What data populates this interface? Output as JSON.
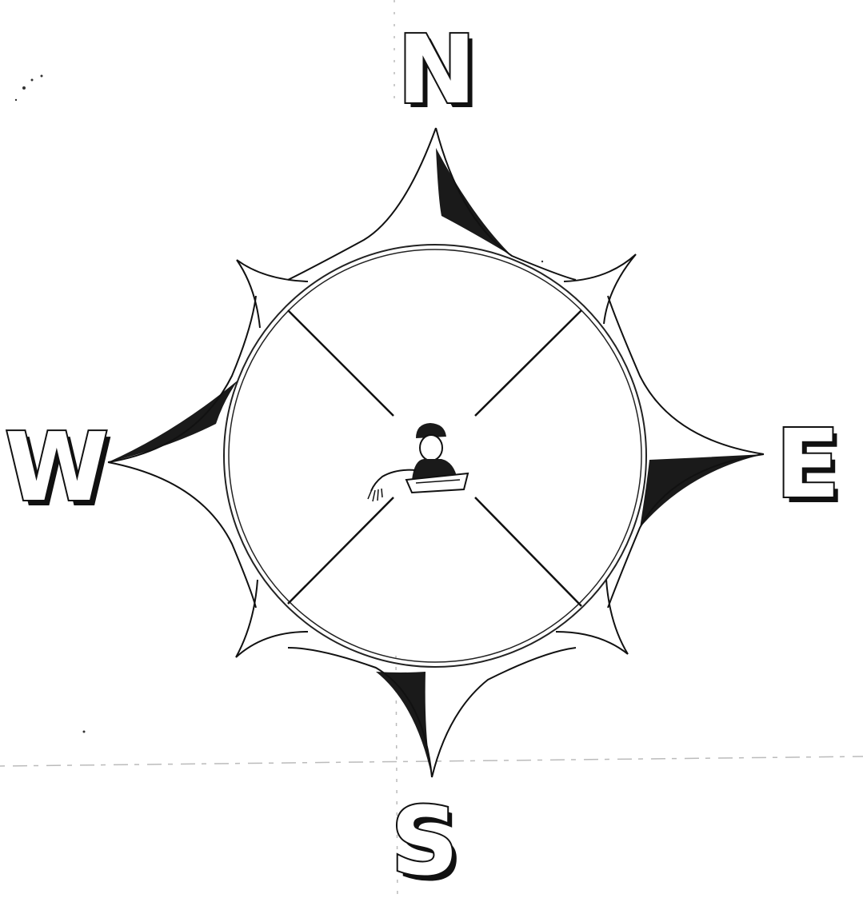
{
  "compass": {
    "north": "N",
    "south": "S",
    "east": "E",
    "west": "W"
  },
  "icons": {
    "center_figure": "person-at-desk-icon"
  },
  "colors": {
    "ink": "#111111",
    "paper": "#ffffff"
  }
}
